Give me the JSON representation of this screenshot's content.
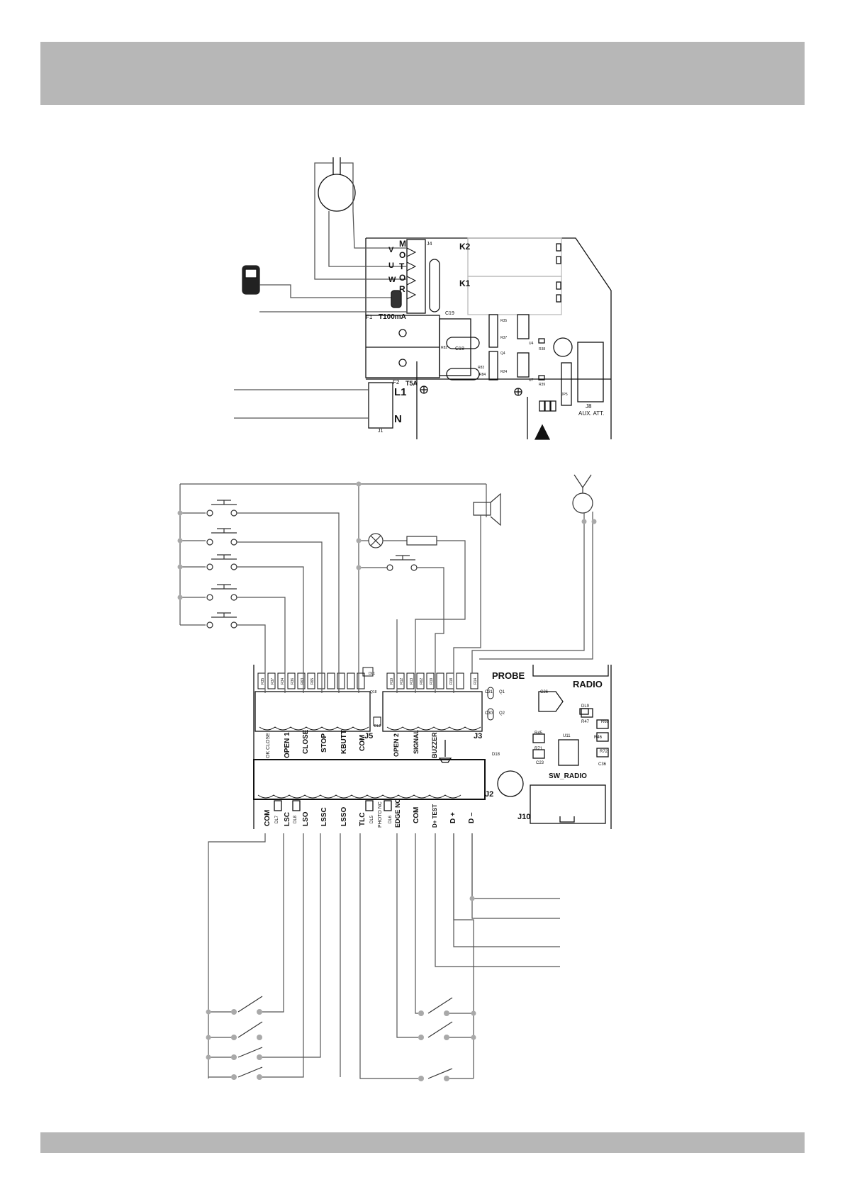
{
  "colors": {
    "header_band": "#b7b7b7",
    "footer_band": "#b7b7b7",
    "wire": "#555555",
    "node": "#a9a9a9",
    "board_line": "#111111"
  },
  "power_board": {
    "motor_terminal_letters": [
      "M",
      "O",
      "T",
      "O",
      "R"
    ],
    "motor_wire_labels": [
      "V",
      "U",
      "W"
    ],
    "relays": [
      "K2",
      "K1"
    ],
    "fuse1": "F1",
    "fuse1_rating": "T100mA",
    "fuse2": "F2",
    "fuse2_rating": "T5A",
    "line_terminal": "L1",
    "neutral_terminal": "N",
    "main_connector": "J1",
    "motor_connector": "J4",
    "aux_connector": "J8",
    "aux_label": "AUX. ATT.",
    "small_labels": [
      "C19",
      "C18",
      "R35",
      "R37",
      "Q4",
      "R38",
      "R39",
      "R24",
      "U7",
      "U4",
      "JP5",
      "R82",
      "R83",
      "R84"
    ]
  },
  "control_board": {
    "probe_label": "PROBE",
    "radio_label": "RADIO",
    "sw_radio_label": "SW_RADIO",
    "j10_label": "J10",
    "j2_label": "J2",
    "j3_label": "J3",
    "j5_label": "J5",
    "j5_terminals": [
      "OK CLOSE",
      "OPEN 1",
      "CLOSE",
      "STOP",
      "KBUTT",
      "COM"
    ],
    "j3_terminals": [
      "OPEN 2",
      "SIGNAL",
      "BUZZER"
    ],
    "j2_terminals": [
      "COM",
      "LSC",
      "LSO",
      "LSSC",
      "LSSO",
      "TLC",
      "PHOTO NC",
      "EDGE NC",
      "COM",
      "D+ TEST",
      "D +",
      "D –"
    ],
    "j2_leds": [
      "DL7",
      "DL8",
      "DL5",
      "DL6"
    ],
    "resistors_top": [
      "R35",
      "R37",
      "R34",
      "R36",
      "R63",
      "R65",
      "R10",
      "R12",
      "R13",
      "R62",
      "R19",
      "R18",
      "R14"
    ],
    "components": [
      "C26",
      "DL9",
      "R47",
      "R69",
      "R45",
      "U11",
      "R46",
      "R71",
      "R72",
      "C23",
      "C36",
      "C31",
      "Q1",
      "Q2",
      "C30",
      "D18",
      "Q18",
      "DL2",
      "DL1"
    ]
  }
}
